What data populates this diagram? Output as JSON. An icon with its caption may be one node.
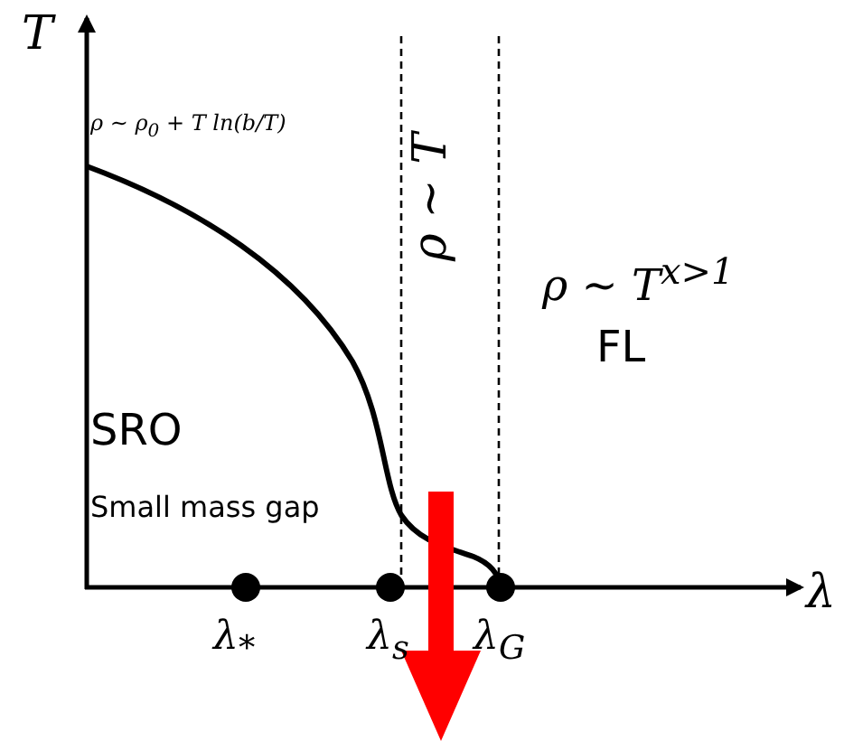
{
  "diagram": {
    "labels": [
      "T",
      "ρ ∼ ρ$_{0}$ + T ln(b/T)",
      "ρ ∼ T",
      "ρ ∼ T$^{x>1}$",
      "FL",
      "SRO",
      "Small mass gap",
      "λ",
      "λ$_{*}$",
      "λ$_{s}$",
      "λ$_{G}$"
    ]
  }
}
